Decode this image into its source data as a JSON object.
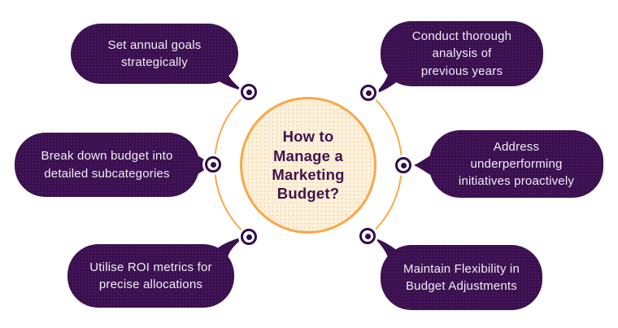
{
  "center": {
    "title": "How to\nManage a\nMarketing\nBudget?"
  },
  "bubbles": [
    {
      "position": "top-left",
      "text": "Set annual goals\nstrategically"
    },
    {
      "position": "top-right",
      "text": "Conduct thorough\nanalysis of\nprevious years"
    },
    {
      "position": "middle-left",
      "text": "Break down budget into\ndetailed subcategories"
    },
    {
      "position": "middle-right",
      "text": "Address\nunderperforming\ninitiatives proactively"
    },
    {
      "position": "bottom-left",
      "text": "Utilise ROI metrics for\nprecise allocations"
    },
    {
      "position": "bottom-right",
      "text": "Maintain Flexibility in\nBudget Adjustments"
    }
  ],
  "colors": {
    "bubble_fill": "#3A104E",
    "bubble_text": "#F2EDF5",
    "center_fill": "#FBF1DC",
    "center_border": "#F7A848",
    "center_text": "#41134E",
    "connector_arc": "#F7A94C",
    "node_ring": "#310D47",
    "background": "#FFFFFF"
  }
}
